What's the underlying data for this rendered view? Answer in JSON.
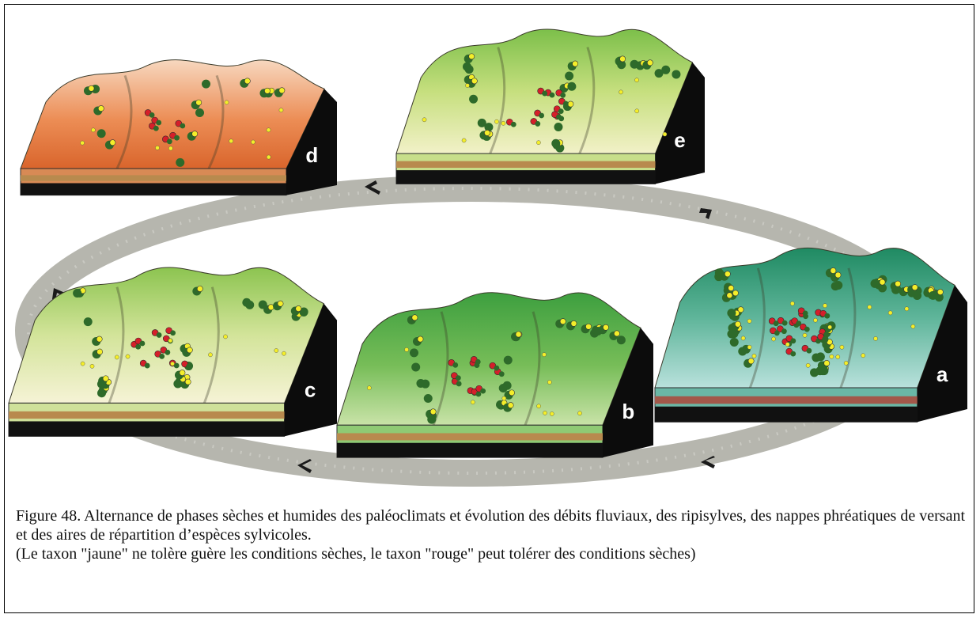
{
  "figure": {
    "blocks": [
      {
        "id": "d",
        "label": "d",
        "phase": "dry",
        "colors": {
          "top": "#e9804a",
          "top_light": "#f7d8bf",
          "front": "#d88a55"
        }
      },
      {
        "id": "e",
        "label": "e",
        "phase": "transition",
        "colors": {
          "top": "#a9cf5e",
          "top_light": "#eef3c9",
          "front": "#c7de8a"
        }
      },
      {
        "id": "c",
        "label": "c",
        "phase": "transition",
        "colors": {
          "top": "#b7d56b",
          "top_light": "#f4f3d0",
          "front": "#cfe19a"
        }
      },
      {
        "id": "b",
        "label": "b",
        "phase": "humid",
        "colors": {
          "top": "#5fb24c",
          "top_light": "#c7e3a7",
          "front": "#8fca74"
        }
      },
      {
        "id": "a",
        "label": "a",
        "phase": "very-humid",
        "colors": {
          "top": "#2f8f6e",
          "top_light": "#a8d9d7",
          "front": "#6ab7a6"
        }
      }
    ],
    "ring_color": "#b5b5ad",
    "taxa": {
      "yellow": "#f4ee2a",
      "red": "#d51f2a",
      "tree": "#2e6a2a"
    }
  },
  "caption": {
    "line1": "Figure 48.  Alternance de phases sèches et humides des paléoclimats et évolution des débits fluviaux, des ripisylves, des nappes phréatiques de versant et des aires de répartition d’espèces sylvicoles.",
    "line2": "(Le taxon \"jaune\" ne tolère guère les conditions sèches, le taxon \"rouge\" peut tolérer des conditions sèches)"
  }
}
